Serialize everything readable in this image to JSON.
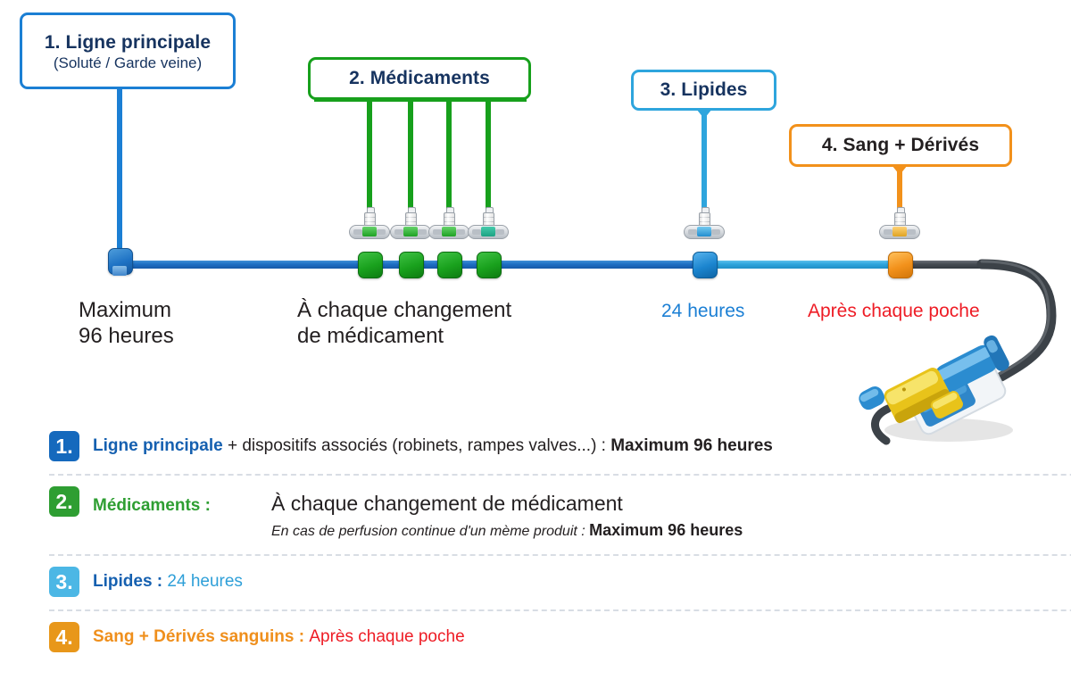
{
  "diagram": {
    "callouts": [
      {
        "id": "box1",
        "num": "1.",
        "title": "Ligne principale",
        "subtitle": "(Soluté / Garde veine)",
        "color": "#1b7fd4"
      },
      {
        "id": "box2",
        "num": "2.",
        "title": "Médicaments",
        "subtitle": "",
        "color": "#17a01c"
      },
      {
        "id": "box3",
        "num": "3.",
        "title": "Lipides",
        "subtitle": "",
        "color": "#2ea5dd"
      },
      {
        "id": "box4",
        "num": "4.",
        "title": "Sang + Dérivés",
        "subtitle": "",
        "color": "#f2911b"
      }
    ],
    "captions": [
      {
        "id": "cap1",
        "text": "Maximum\n96 heures",
        "color": "#231f20"
      },
      {
        "id": "cap2",
        "text": "À chaque changement\nde médicament",
        "color": "#231f20"
      },
      {
        "id": "cap3",
        "text": "24 heures",
        "color": "#1b7fd4"
      },
      {
        "id": "cap4",
        "text": "Après chaque poche",
        "color": "#ee1c25"
      }
    ],
    "line_colors": {
      "main_dark_blue": "#1e6fc4",
      "main_light_blue": "#2ea5dd",
      "catheter_gray": "#454b52"
    },
    "valve_count_medicaments": 4,
    "device": "catheter-hub-with-yellow-clamp"
  },
  "legend": {
    "rows": [
      {
        "badge": "1.",
        "badge_color": "#1569bd",
        "parts": [
          {
            "text": "Ligne principale",
            "style": "bold",
            "color": "#1560b0"
          },
          {
            "text": " + dispositifs associés (robinets, rampes valves...) : ",
            "style": "normal",
            "color": "#231f20"
          },
          {
            "text": "Maximum 96 heures",
            "style": "bold",
            "color": "#231f20"
          }
        ]
      },
      {
        "badge": "2.",
        "badge_color": "#2e9e32",
        "parts": [
          {
            "text": "Médicaments :",
            "style": "bold",
            "color": "#2e9e32"
          }
        ],
        "value": "À chaque changement de médicament",
        "note_prefix": "En cas de perfusion continue d'un mème produit : ",
        "note_bold": "Maximum 96 heures"
      },
      {
        "badge": "3.",
        "badge_color": "#4cb7e5",
        "parts": [
          {
            "text": "Lipides : ",
            "style": "bold",
            "color": "#1560b0"
          },
          {
            "text": "24 heures",
            "style": "normal",
            "color": "#2e9fd8"
          }
        ]
      },
      {
        "badge": "4.",
        "badge_color": "#e8971a",
        "parts": [
          {
            "text": "Sang + Dérivés sanguins : ",
            "style": "bold",
            "color": "#ef8f1c"
          },
          {
            "text": " Après chaque poche",
            "style": "normal",
            "color": "#ee1c25"
          }
        ]
      }
    ]
  }
}
